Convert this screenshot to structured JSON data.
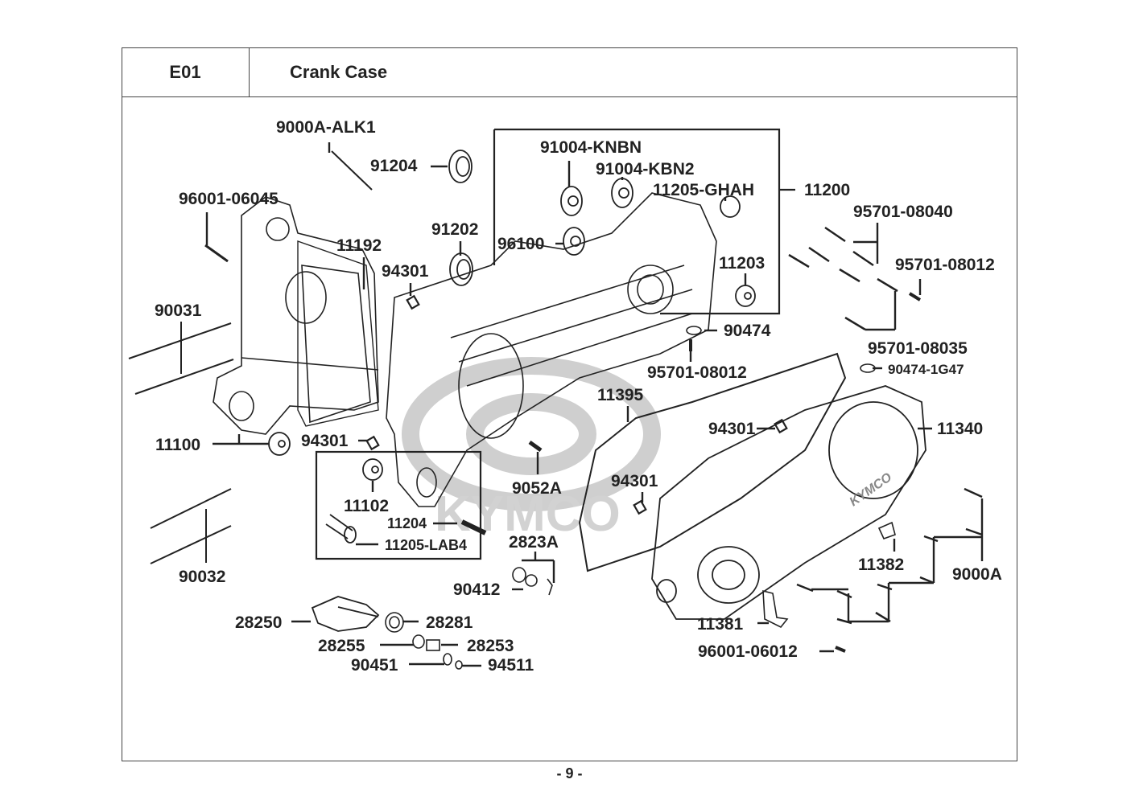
{
  "header": {
    "section_code": "E01",
    "section_title": "Crank Case"
  },
  "footer": {
    "page_number": "- 9 -"
  },
  "watermark": {
    "text": "KYMCO",
    "color": "#c8c8c8"
  },
  "part_labels": {
    "p9000A_ALK1": "9000A-ALK1",
    "p91204": "91204",
    "p91004_KNBN": "91004-KNBN",
    "p91004_KBN2": "91004-KBN2",
    "p11205_GHAH": "11205-GHAH",
    "p11200": "11200",
    "p96001_06045": "96001-06045",
    "p11192": "11192",
    "p91202": "91202",
    "p96100": "96100",
    "p11203": "11203",
    "p95701_08040": "95701-08040",
    "p95701_08012_a": "95701-08012",
    "p94301_a": "94301",
    "p90031": "90031",
    "p90474": "90474",
    "p95701_08035": "95701-08035",
    "p95701_08012_b": "95701-08012",
    "p90474_1G47": "90474-1G47",
    "p11395": "11395",
    "p11340": "11340",
    "p94301_b": "94301",
    "p11100": "11100",
    "p94301_c": "94301",
    "p11102": "11102",
    "p9052A": "9052A",
    "p94301_d": "94301",
    "p11204": "11204",
    "p11205_LAB4": "11205-LAB4",
    "p2823A": "2823A",
    "p90032": "90032",
    "p11382": "11382",
    "p9000A": "9000A",
    "p90412": "90412",
    "p28250": "28250",
    "p28281": "28281",
    "p11381": "11381",
    "p28255": "28255",
    "p28253": "28253",
    "p96001_06012": "96001-06012",
    "p90451": "90451",
    "p94511": "94511"
  }
}
